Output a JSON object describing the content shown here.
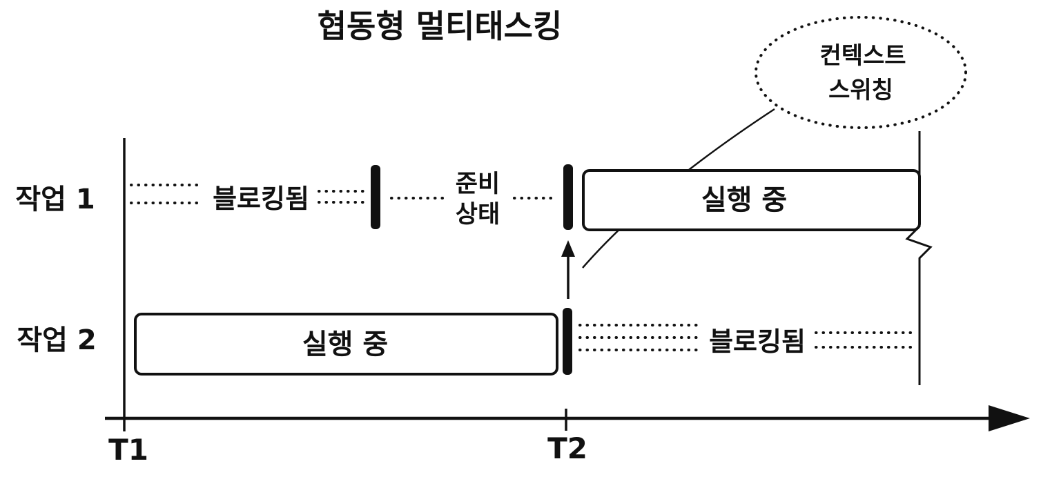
{
  "title": "협동형 멀티태스킹",
  "callout": {
    "line1": "컨텍스트",
    "line2": "스위칭"
  },
  "task1": {
    "label": "작업 1",
    "blocked_label": "블로킹됨",
    "ready_line1": "준비",
    "ready_line2": "상태",
    "running_label": "실행 중"
  },
  "task2": {
    "label": "작업 2",
    "running_label": "실행 중",
    "blocked_label": "블로킹됨"
  },
  "axis": {
    "t1": "T1",
    "t2": "T2"
  },
  "colors": {
    "ink": "#111111",
    "background": "#ffffff"
  }
}
